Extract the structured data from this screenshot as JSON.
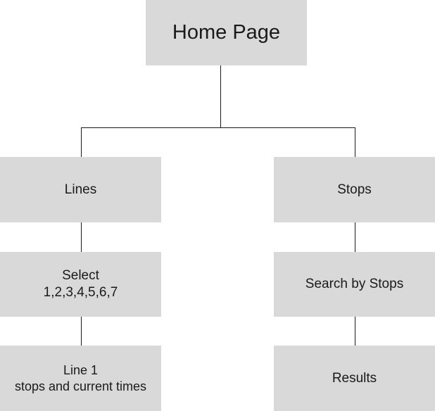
{
  "diagram": {
    "root": {
      "label": "Home Page"
    },
    "left_branch": [
      {
        "lines": [
          "Lines"
        ]
      },
      {
        "lines": [
          "Select",
          "1,2,3,4,5,6,7"
        ]
      },
      {
        "lines": [
          "Line 1",
          "stops and current times"
        ]
      }
    ],
    "right_branch": [
      {
        "lines": [
          "Stops"
        ]
      },
      {
        "lines": [
          "Search by Stops"
        ]
      },
      {
        "lines": [
          "Results"
        ]
      }
    ]
  }
}
